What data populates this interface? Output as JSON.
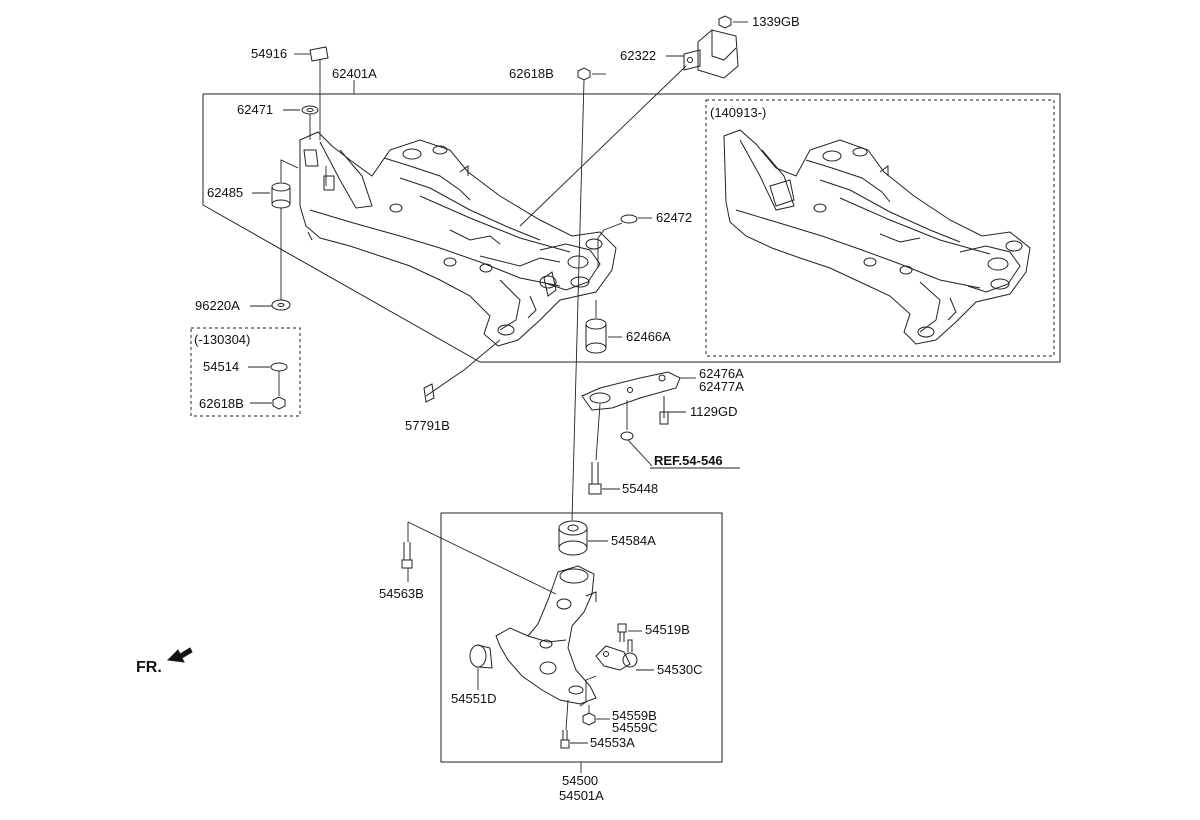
{
  "labels": {
    "p_1339GB": "1339GB",
    "p_54916": "54916",
    "p_62401A": "62401A",
    "p_62618B_top": "62618B",
    "p_62322": "62322",
    "p_62471": "62471",
    "p_62485": "62485",
    "p_62472": "62472",
    "p_96220A": "96220A",
    "p_62466A": "62466A",
    "p_54514": "54514",
    "p_62618B_box": "62618B",
    "p_62476A": "62476A",
    "p_62477A": "62477A",
    "p_1129GD": "1129GD",
    "p_57791B": "57791B",
    "p_55448": "55448",
    "p_54584A": "54584A",
    "p_54563B": "54563B",
    "p_54519B": "54519B",
    "p_54530C": "54530C",
    "p_54551D": "54551D",
    "p_54559B": "54559B",
    "p_54559C": "54559C",
    "p_54553A": "54553A",
    "p_54500": "54500",
    "p_54501A": "54501A"
  },
  "notes": {
    "date_from": "(140913-)",
    "date_to": "(-130304)",
    "reference": "REF.54-546",
    "front": "FR."
  }
}
